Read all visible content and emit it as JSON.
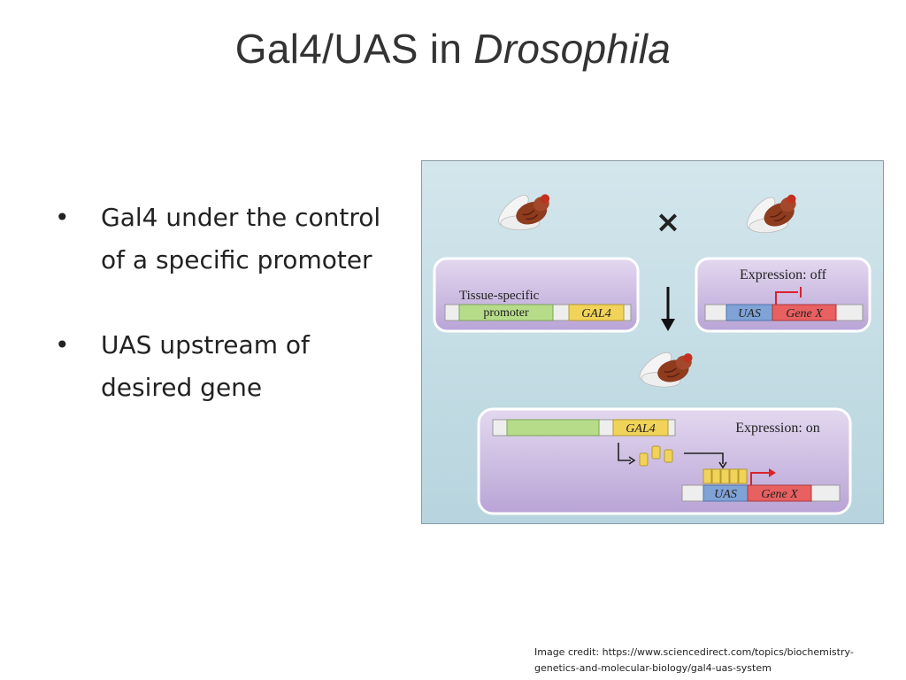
{
  "slide": {
    "title_main": "Gal4/UAS in ",
    "title_italic": "Drosophila",
    "bullets": [
      {
        "marker": "•",
        "text": "Gal4 under the control of a specific promoter"
      },
      {
        "marker": "•",
        "text": "UAS upstream of desired gene"
      }
    ],
    "credit": "Image credit: https://www.sciencedirect.com/topics/biochemistry-genetics-and-molecular-biology/gal4-uas-system"
  },
  "figure": {
    "cross_symbol": "×",
    "left_panel": {
      "label_line1": "Tissue-specific",
      "label_line2": "promoter",
      "gene": "GAL4"
    },
    "right_panel": {
      "label": "Expression: off",
      "uas": "UAS",
      "gene": "Gene X"
    },
    "bottom_panel": {
      "label": "Expression: on",
      "gal4": "GAL4",
      "uas": "UAS",
      "gene": "Gene X"
    },
    "colors": {
      "background": "#c3dce6",
      "panel": "#c9b8df",
      "promoter": "#b6dc8a",
      "gal4": "#f2d35a",
      "uas": "#7fa3d6",
      "gene": "#e86060",
      "arrow_red": "#d8232a",
      "fly_body": "#8e3b1e"
    }
  }
}
